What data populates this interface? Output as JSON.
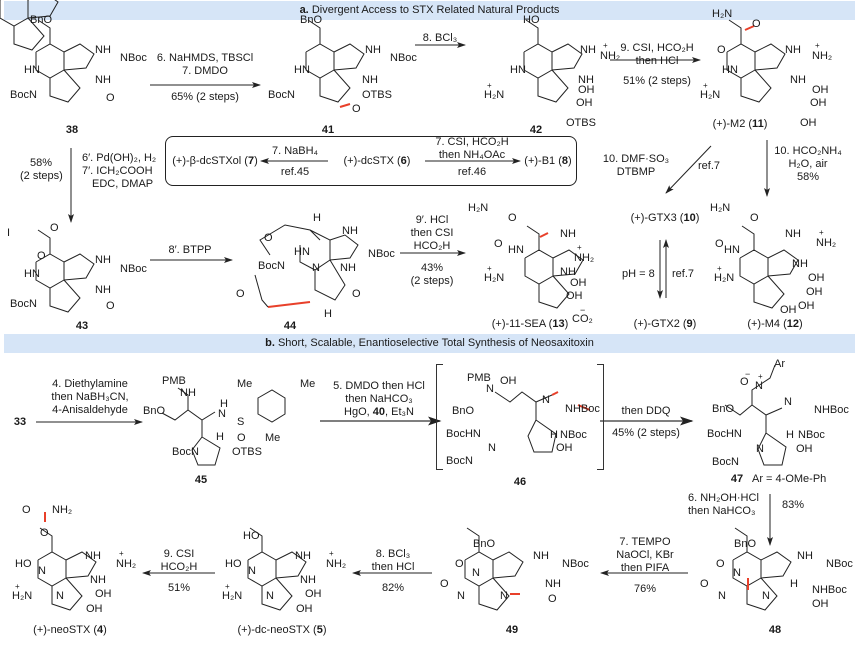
{
  "sections": {
    "a": {
      "prefix": "a.",
      "title": "Divergent Access to STX Related Natural Products"
    },
    "b": {
      "prefix": "b.",
      "title": "Short, Scalable, Enantioselective Total Synthesis of Neosaxitoxin"
    }
  },
  "compounds": {
    "c38": "38",
    "c41": "41",
    "c42": "42",
    "c43": "43",
    "c44": "44",
    "c45": "45",
    "c46": "46",
    "c47": "47",
    "c48": "48",
    "c49": "49",
    "c33": "33",
    "m2": {
      "name": "(+)-M2 (",
      "num": "11",
      "close": ")"
    },
    "m4": {
      "name": "(+)-M4 (",
      "num": "12",
      "close": ")"
    },
    "sea": {
      "name": "(+)-11-SEA (",
      "num": "13",
      "close": ")"
    },
    "gtx3": {
      "name": "(+)-GTX3 (",
      "num": "10",
      "close": ")"
    },
    "gtx2": {
      "name": "(+)-GTX2 (",
      "num": "9",
      "close": ")"
    },
    "dcstx": {
      "name": "(+)-dcSTX (",
      "num": "6",
      "close": ")"
    },
    "dcstxol": {
      "name": "(+)-β-dcSTXol (",
      "num": "7",
      "close": ")"
    },
    "b1": {
      "name": "(+)-B1 (",
      "num": "8",
      "close": ")"
    },
    "neostx": {
      "name": "(+)-neoSTX (",
      "num": "4",
      "close": ")"
    },
    "dcneostx": {
      "name": "(+)-dc-neoSTX (",
      "num": "5",
      "close": ")"
    },
    "ar_def": "Ar = 4-OMe-Ph"
  },
  "conditions": {
    "r38_41": {
      "l1": "6. NaHMDS, TBSCl",
      "l2": "7. DMDO",
      "yield": "65% (2 steps)"
    },
    "r41_42": {
      "l1": "8. BCl₃"
    },
    "r42_m2": {
      "l1": "9. CSI, HCO₂H",
      "l2": "then HCl",
      "yield": "51% (2 steps)"
    },
    "r38_43": {
      "l1": "6′. Pd(OH)₂, H₂",
      "l2": "7′. ICH₂COOH",
      "l3": "EDC, DMAP",
      "yield1": "58%",
      "yield2": "(2 steps)"
    },
    "r_dcstx_ol": {
      "l1": "7. NaBH₄",
      "ref": "ref.45"
    },
    "r_dcstx_b1": {
      "l1": "7. CSI, HCO₂H",
      "l2": "then NH₄OAc",
      "ref": "ref.46"
    },
    "r_m2_gtx3": {
      "l1": "10. DMF·SO₃",
      "l2": "DTBMP",
      "ref": "ref.7"
    },
    "r_m2_m4": {
      "l1": "10. HCO₂NH₄",
      "l2": "H₂O, air",
      "yield": "58%"
    },
    "r43_44": {
      "l1": "8′. BTPP"
    },
    "r44_sea": {
      "l1": "9′. HCl",
      "l2": "then CSI",
      "l3": "HCO₂H",
      "yield1": "43%",
      "yield2": "(2 steps)"
    },
    "r_gtx": {
      "down": "pH = 8",
      "up": "ref.7"
    },
    "r33_45": {
      "l1": "4. Diethylamine",
      "l2": "then NaBH₃CN,",
      "l3": "4-Anisaldehyde"
    },
    "r45_46": {
      "l1": "5. DMDO then HCl",
      "l2": "then NaHCO₃",
      "l3a": "HgO, ",
      "l3b": "40",
      "l3c": ", Et₃N"
    },
    "r46_47": {
      "l1": "then DDQ",
      "yield": "45% (2 steps)"
    },
    "r47_48": {
      "l1": "6. NH₂OH·HCl",
      "l2": "then NaHCO₃",
      "yield": "83%"
    },
    "r48_49": {
      "l1": "7. TEMPO",
      "l2": "NaOCl, KBr",
      "l3": "then PIFA",
      "yield": "76%"
    },
    "r49_5": {
      "l1": "8. BCl₃",
      "l2": "then HCl",
      "yield": "82%"
    },
    "r5_4": {
      "l1": "9. CSI",
      "l2": "HCO₂H",
      "yield": "51%"
    }
  },
  "atoms": {
    "BnO": "BnO",
    "HO": "HO",
    "HN": "HN",
    "NH": "NH",
    "N": "N",
    "H": "H",
    "NBoc": "NBoc",
    "BocN": "BocN",
    "O": "O",
    "OTBS": "OTBS",
    "OH": "OH",
    "NH2p": "NH₂",
    "H2Np": "H₂N",
    "H2N": "H₂N",
    "NH2": "NH₂",
    "plus": "+",
    "minus": "−",
    "CO2": "CO₂",
    "I": "I",
    "PMB": "PMB",
    "Me": "Me",
    "S": "S",
    "BocHN": "BocHN",
    "NHBoc": "NHBoc",
    "Ar": "Ar"
  },
  "colors": {
    "banner": "#d6e5f7",
    "highlight_bond": "#e8402a",
    "ink": "#1a1a1a"
  }
}
